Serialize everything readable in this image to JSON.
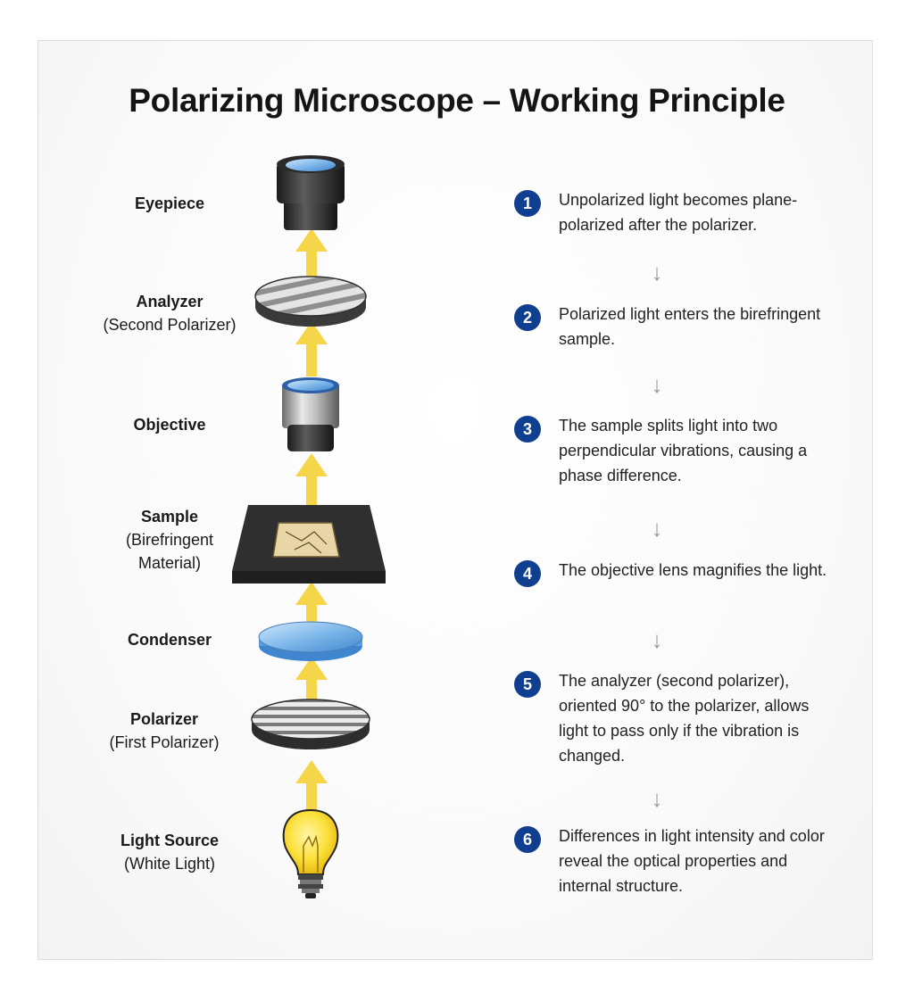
{
  "title": "Polarizing Microscope – Working Principle",
  "components": [
    {
      "name": "Eyepiece",
      "sub": ""
    },
    {
      "name": "Analyzer",
      "sub": "(Second Polarizer)"
    },
    {
      "name": "Objective",
      "sub": ""
    },
    {
      "name": "Sample",
      "sub": "(Birefringent\nMaterial)"
    },
    {
      "name": "Condenser",
      "sub": ""
    },
    {
      "name": "Polarizer",
      "sub": "(First Polarizer)"
    },
    {
      "name": "Light Source",
      "sub": "(White Light)"
    }
  ],
  "steps": [
    {
      "num": "1",
      "text": "Unpolarized light becomes plane-polarized after the polarizer."
    },
    {
      "num": "2",
      "text": "Polarized light enters the birefringent sample."
    },
    {
      "num": "3",
      "text": "The sample splits light into two perpendicular vibrations, causing a phase difference."
    },
    {
      "num": "4",
      "text": "The objective lens magnifies the light."
    },
    {
      "num": "5",
      "text": "The analyzer (second polarizer), oriented 90° to the polarizer, allows light to pass only if the vibration is changed."
    },
    {
      "num": "6",
      "text": "Differences in light intensity and color reveal the optical properties and internal structure."
    }
  ],
  "colors": {
    "badge": "#103f8f",
    "light_beam": "#f5d23a",
    "lens_blue": "#7fb8ea"
  },
  "icons": {
    "step_arrow": "down-arrow-icon"
  }
}
